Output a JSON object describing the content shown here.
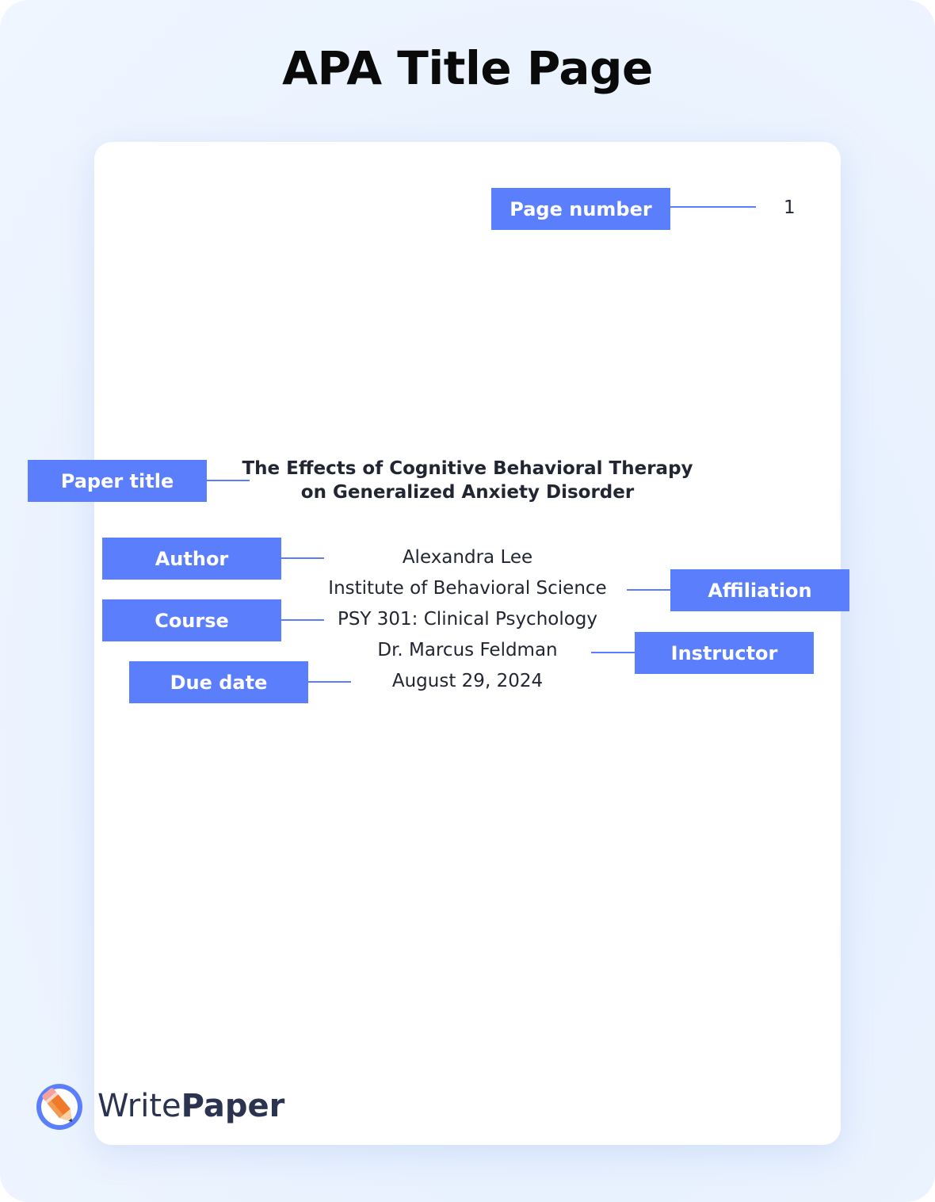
{
  "title": "APA Title Page",
  "page": {
    "page_number": "1",
    "paper_title_line1": "The Effects of Cognitive Behavioral Therapy",
    "paper_title_line2": "on Generalized Anxiety Disorder",
    "author": "Alexandra Lee",
    "affiliation": "Institute of Behavioral Science",
    "course": "PSY 301: Clinical Psychology",
    "instructor": "Dr. Marcus Feldman",
    "due_date": "August 29, 2024"
  },
  "labels": {
    "page_number": "Page number",
    "paper_title": "Paper title",
    "author": "Author",
    "affiliation": "Affiliation",
    "course": "Course",
    "instructor": "Instructor",
    "due_date": "Due date"
  },
  "brand": {
    "part1": "Write",
    "part2": "Paper"
  },
  "colors": {
    "label_bg": "#5b7ffc",
    "background": "#e8f1fe",
    "text": "#222633"
  }
}
